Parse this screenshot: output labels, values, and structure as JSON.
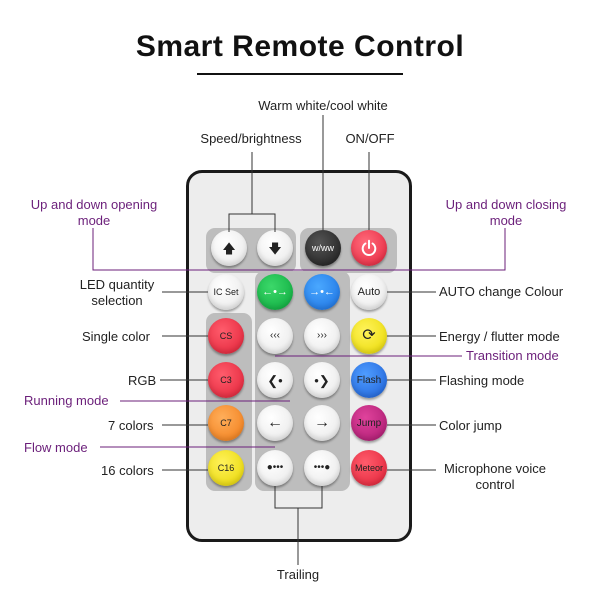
{
  "title": "Smart Remote Control",
  "colors": {
    "accent_purple": "#6b1f7a",
    "remote_body": "#ededed",
    "remote_border": "#1a1a1a",
    "panel": "#bdbdbd"
  },
  "buttons": {
    "up": {
      "label": "",
      "icon": "arrow-up-icon"
    },
    "down": {
      "label": "",
      "icon": "arrow-down-icon"
    },
    "www": {
      "label": "w/ww"
    },
    "power": {
      "label": "",
      "icon": "power-icon"
    },
    "ic_set": {
      "label": "IC Set"
    },
    "green": {
      "label": "",
      "icon": "spread-arrows-icon"
    },
    "blue": {
      "label": "",
      "icon": "converge-arrows-icon"
    },
    "auto": {
      "label": "Auto"
    },
    "cs": {
      "label": "CS"
    },
    "c3": {
      "label": "C3"
    },
    "c7": {
      "label": "C7"
    },
    "c16": {
      "label": "C16"
    },
    "trans_left": {
      "label": "",
      "icon": "triple-chevron-left-icon"
    },
    "trans_right": {
      "label": "",
      "icon": "triple-chevron-right-icon"
    },
    "energy": {
      "label": "",
      "icon": "cycle-icon"
    },
    "run_left": {
      "label": "",
      "icon": "dotted-chevron-left-icon"
    },
    "run_right": {
      "label": "",
      "icon": "dotted-chevron-right-icon"
    },
    "flash": {
      "label": "Flash"
    },
    "flow_left": {
      "label": "",
      "icon": "arrow-left-icon"
    },
    "flow_right": {
      "label": "",
      "icon": "arrow-right-icon"
    },
    "jump": {
      "label": "Jump"
    },
    "trail_left": {
      "label": "",
      "icon": "trail-left-icon"
    },
    "trail_right": {
      "label": "",
      "icon": "trail-right-icon"
    },
    "meteor": {
      "label": "Meteor"
    }
  },
  "labels": {
    "warm_white": "Warm white/cool white",
    "speed": "Speed/brightness",
    "onoff": "ON/OFF",
    "up_down_opening": "Up and down opening\nmode",
    "up_down_closing": "Up and down closing\nmode",
    "led_quantity": "LED quantity\nselection",
    "auto_change": "AUTO change Colour",
    "single_color": "Single color",
    "energy": "Energy / flutter mode",
    "transition": "Transition mode",
    "rgb": "RGB",
    "flashing": "Flashing mode",
    "running": "Running mode",
    "seven_colors": "7 colors",
    "color_jump": "Color jump",
    "flow": "Flow mode",
    "sixteen_colors": "16 colors",
    "microphone": "Microphone voice\ncontrol",
    "trailing": "Trailing"
  }
}
